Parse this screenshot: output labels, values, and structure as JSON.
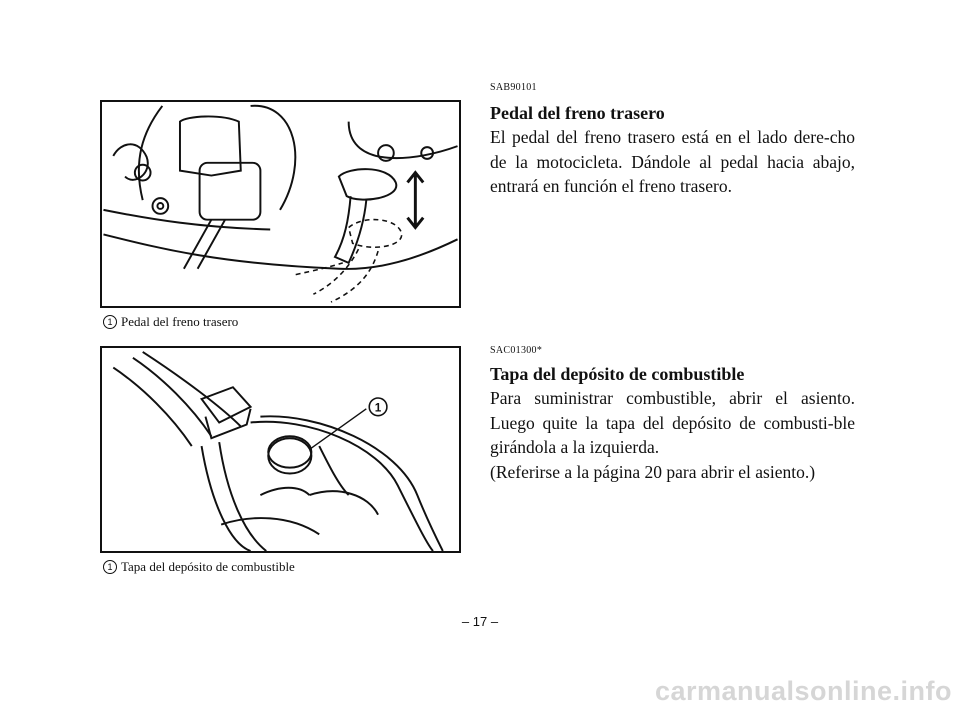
{
  "figures": [
    {
      "caption_number": "1",
      "caption_text": "Pedal del freno trasero",
      "illustration": "brake-pedal-illustration"
    },
    {
      "callout_number": "1",
      "caption_number": "1",
      "caption_text": "Tapa del depósito de combustible",
      "illustration": "fuel-tank-cap-illustration"
    }
  ],
  "sections": [
    {
      "code": "SAB90101",
      "title": "Pedal del freno trasero",
      "paragraphs": [
        "El pedal del freno trasero está en el lado dere-cho de la motocicleta. Dándole al pedal hacia abajo, entrará en función el freno trasero."
      ]
    },
    {
      "code": "SAC01300*",
      "title": "Tapa del depósito de combustible",
      "paragraphs": [
        "Para suministrar combustible, abrir el asiento. Luego quite la tapa del depósito de combusti-ble girándola a la izquierda.",
        "(Referirse a la página 20 para abrir el asiento.)"
      ]
    }
  ],
  "page_number": "– 17 –",
  "watermark": "carmanualsonline.info"
}
